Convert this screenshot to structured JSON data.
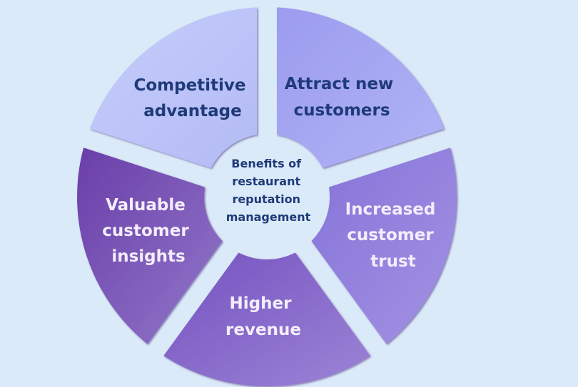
{
  "diagram": {
    "type": "radial-segmented-wheel",
    "background": "#dbeaf8",
    "center": {
      "lines": [
        "Benefits of",
        "restaurant",
        "reputation",
        "management"
      ],
      "text_color": "#1f3a78",
      "fill": "#dbeaf8"
    },
    "segments": [
      {
        "id": "competitive-advantage",
        "lines": [
          "Competitive",
          "advantage"
        ],
        "position": "top-left",
        "fill_start": "#c3cbfa",
        "fill_end": "#b5bdf6",
        "text_color": "#1f3a78"
      },
      {
        "id": "attract-new-customers",
        "lines": [
          "Attract new",
          "customers"
        ],
        "position": "top-right",
        "fill_start": "#9f9df0",
        "fill_end": "#aeb0f4",
        "text_color": "#1f3a78"
      },
      {
        "id": "increased-customer-trust",
        "lines": [
          "Increased",
          "customer",
          "trust"
        ],
        "position": "right",
        "fill_start": "#8a78db",
        "fill_end": "#a090e2",
        "text_color": "#f3eefc"
      },
      {
        "id": "higher-revenue",
        "lines": [
          "Higher",
          "revenue"
        ],
        "position": "bottom",
        "fill_start": "#7a58c4",
        "fill_end": "#9a80d4",
        "text_color": "#f3eefc"
      },
      {
        "id": "valuable-customer-insights",
        "lines": [
          "Valuable",
          "customer",
          "insights"
        ],
        "position": "left",
        "fill_start": "#6f44ae",
        "fill_end": "#8f72c8",
        "text_color": "#f3eefc"
      }
    ]
  }
}
